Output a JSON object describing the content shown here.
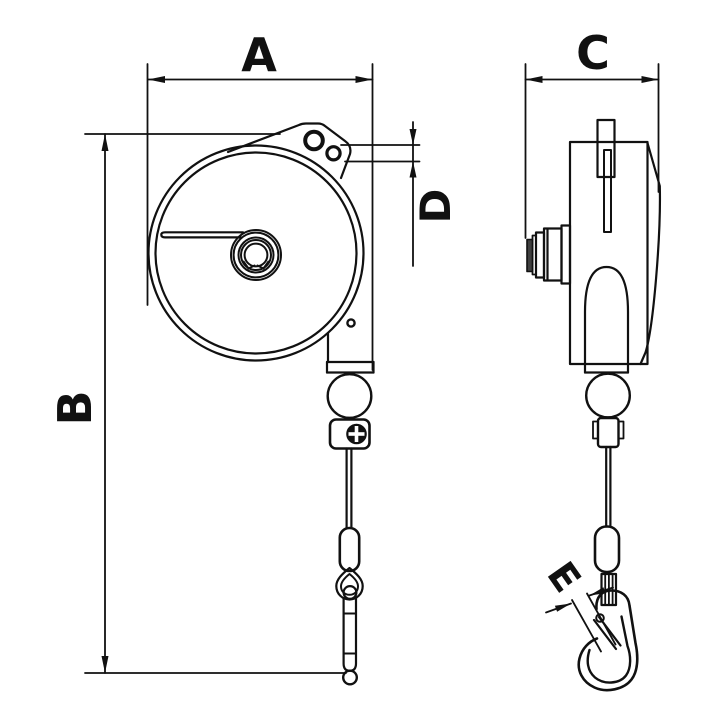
{
  "drawing": {
    "background_color": "#ffffff",
    "line_color": "#111111",
    "dimension_labels": {
      "a": "A",
      "b": "B",
      "c": "C",
      "d": "D",
      "e": "E"
    }
  }
}
